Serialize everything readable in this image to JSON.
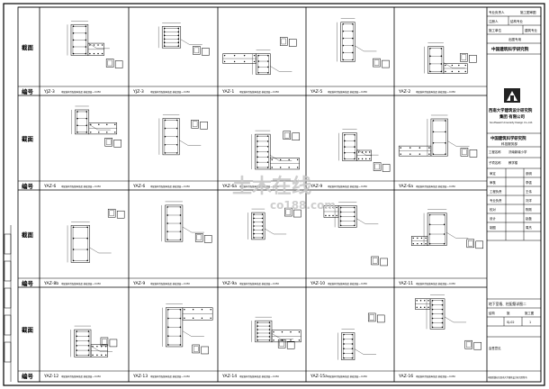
{
  "rows": [
    {
      "section_label": "截面",
      "number_label": "编号",
      "cells": [
        {
          "number": "YJZ-3",
          "note": "本配筋构件配筋纵筋见 基础顶面~-0.050"
        },
        {
          "number": "YJZ-3",
          "note": "本配筋构件配筋纵筋见 基础顶面~-0.050"
        },
        {
          "number": "YAZ-1",
          "note": "本配筋构件配筋纵筋见 基础顶面~-0.050"
        },
        {
          "number": "YAZ-5",
          "note": "本配筋构件配筋纵筋见 基础顶面~-0.050"
        },
        {
          "number": "YAZ-2",
          "note": "本配筋构件配筋纵筋见 基础顶面~-0.050"
        }
      ]
    },
    {
      "section_label": "截面",
      "number_label": "编号",
      "cells": [
        {
          "number": "YAZ-6",
          "note": "本配筋构件配筋纵筋见 基础顶面~-0.050"
        },
        {
          "number": "YAZ-6",
          "note": "本配筋构件配筋纵筋见 基础顶面~-0.050"
        },
        {
          "number": "YAZ-6a",
          "note": "本配筋构件配筋纵筋见 基础顶面~-0.050"
        },
        {
          "number": "YAZ-9",
          "note": "本配筋构件配筋纵筋见 基础顶面~-0.050"
        },
        {
          "number": "YAZ-6a",
          "note": "本配筋构件配筋纵筋见 基础顶面~-0.050"
        }
      ]
    },
    {
      "section_label": "截面",
      "number_label": "编号",
      "cells": [
        {
          "number": "YAZ-8b",
          "note": "本配筋构件配筋纵筋见 基础顶面~-0.050"
        },
        {
          "number": "YAZ-9",
          "note": "本配筋构件配筋纵筋见 基础顶面~-0.050"
        },
        {
          "number": "YAZ-9a",
          "note": "本配筋构件配筋纵筋见 基础顶面~-0.050"
        },
        {
          "number": "YAZ-10",
          "note": "本配筋构件配筋纵筋见 基础顶面~-0.050"
        },
        {
          "number": "YAZ-11",
          "note": "本配筋构件配筋纵筋见 基础顶面~-0.050"
        }
      ]
    },
    {
      "section_label": "截面",
      "number_label": "编号",
      "cells": [
        {
          "number": "YAZ-12",
          "note": "本配筋构件配筋纵筋见 基础顶面~-0.050"
        },
        {
          "number": "YAZ-13",
          "note": "本配筋构件配筋纵筋见 基础顶面~-0.050"
        },
        {
          "number": "YAZ-14",
          "note": "本配筋构件配筋纵筋见 基础顶面~-0.050"
        },
        {
          "number": "YAZ-15a",
          "note": "本配筋构件配筋纵筋见 基础顶面~-0.050"
        },
        {
          "number": "YAZ-16",
          "note": "本配筋构件配筋纵筋见 基础顶面~-0.050"
        }
      ]
    }
  ],
  "title_block": {
    "top_left": "专业负责人",
    "top_right": "施工图审图",
    "row2_a": "注册人",
    "row2_b": "结构专业",
    "row2_c": "建筑专业",
    "row3_a": "施工单位",
    "row3_b": "出图专用",
    "institute_top": "中国建筑科学研究院",
    "company_line1": "西南大学建筑设计研究院",
    "company_line2": "集团 有限公司",
    "company_en": "Southwest University Design Co.,Ltd.",
    "institute_mid1": "中国建筑科学研究院",
    "institute_mid2": "科技服务部",
    "project_label": "工程名称",
    "project_name": "济南新城小学",
    "sub_label": "子项名称",
    "sub_name": "教学楼",
    "roles": [
      {
        "role": "审定",
        "name": "张明"
      },
      {
        "role": "审核",
        "name": "李强"
      },
      {
        "role": "工程负责",
        "name": "王伟"
      },
      {
        "role": "专业负责",
        "name": "刘洋"
      },
      {
        "role": "校对",
        "name": "陈刚"
      },
      {
        "role": "设计",
        "name": "赵磊"
      },
      {
        "role": "制图",
        "name": "周杰"
      }
    ],
    "drawing_title": "地下室墙、柱配筋详图二",
    "cell_a": "结构",
    "cell_b": "施",
    "cell_c": "施工图",
    "cell_d": "SJ-02",
    "cell_e": "1",
    "bottom_note": "会签意见",
    "footer": "本图纸版权归西南大学建筑设计研究院所有"
  },
  "watermark": {
    "cn": "土木在线",
    "en": "co188.com"
  }
}
